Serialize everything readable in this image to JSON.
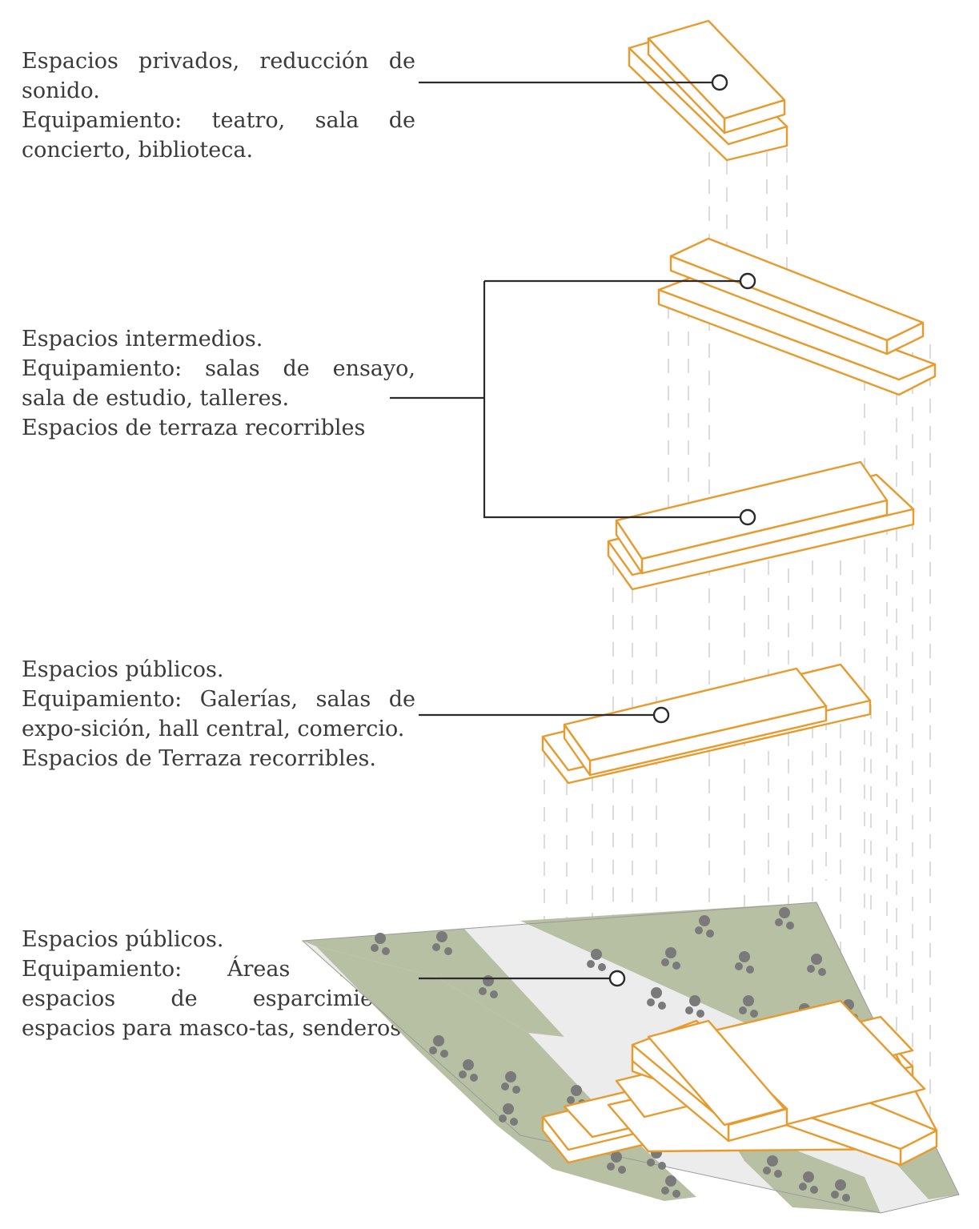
{
  "colors": {
    "block_outline": "#e89a2c",
    "leader_line": "#2a2a2a",
    "site_green": "#b8c0a3",
    "site_path": "#ececec",
    "tree": "#7a7a7a",
    "text": "#3a3a3a"
  },
  "levels": [
    {
      "lines": [
        "Espacios privados, reducción de sonido.",
        "Equipamiento: teatro, sala de concierto, biblioteca."
      ]
    },
    {
      "lines": [
        "Espacios intermedios.",
        "Equipamiento: salas de ensayo, sala de estudio, talleres.",
        "Espacios de terraza recorribles"
      ]
    },
    {
      "lines": [
        "Espacios públicos.",
        "Equipamiento: Galerías, salas de expo-sición, hall central, comercio.",
        "Espacios de Terraza recorribles."
      ]
    },
    {
      "lines": [
        "Espacios públicos.",
        "Equipamiento: Áreas verdes, espacios de esparcimiento, espacios para masco-tas, senderos."
      ]
    }
  ]
}
